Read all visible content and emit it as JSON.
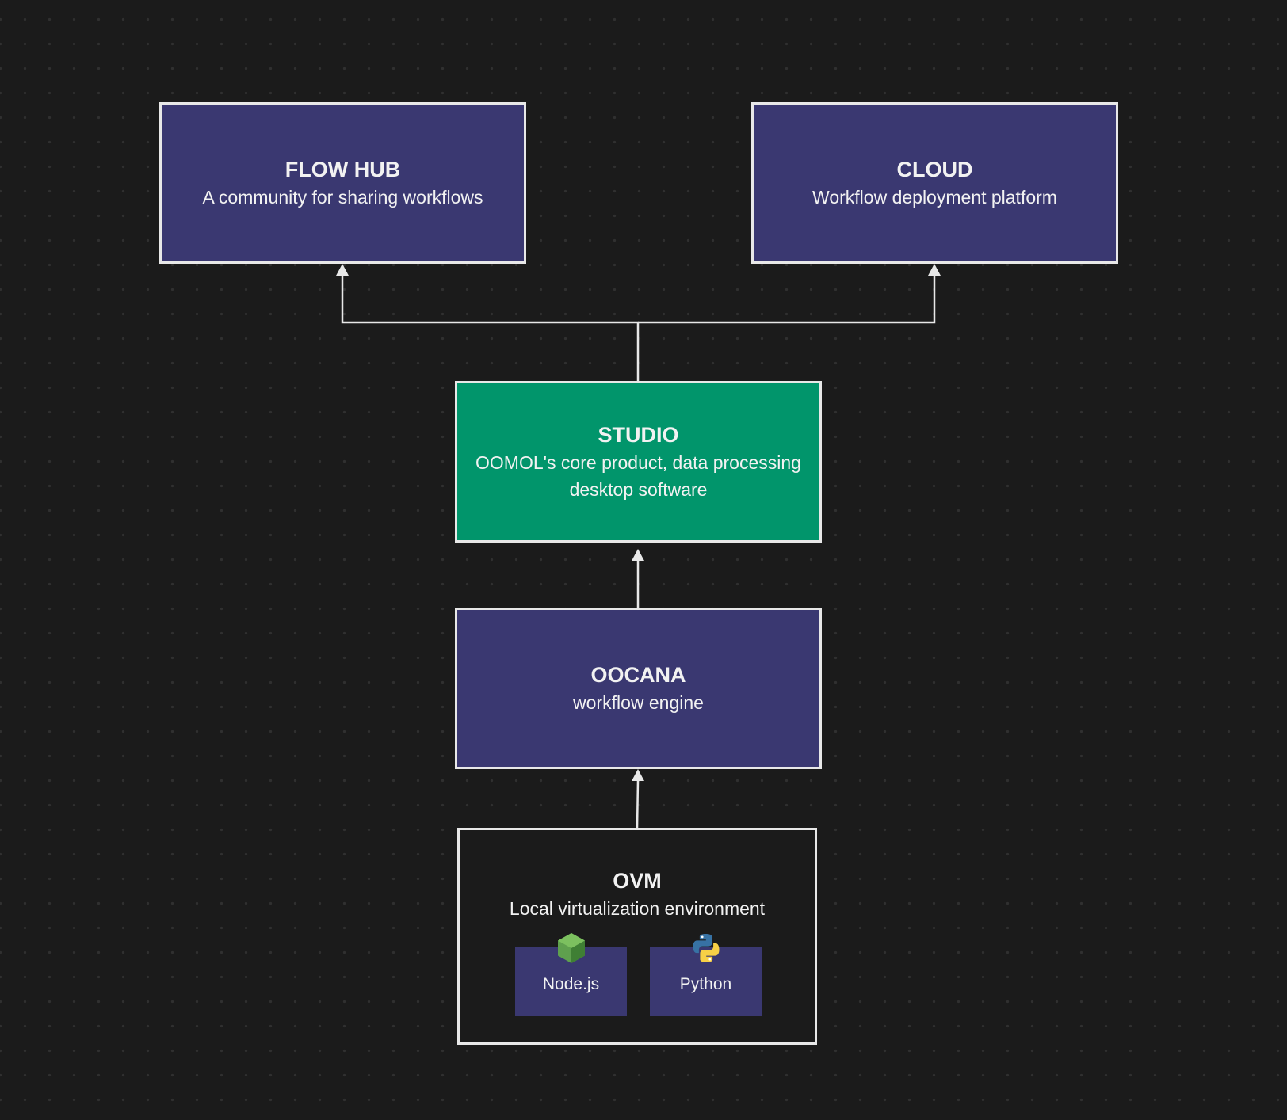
{
  "nodes": {
    "flow_hub": {
      "title": "FLOW HUB",
      "subtitle": "A community for sharing workflows",
      "fill_color": "#3a3871"
    },
    "cloud": {
      "title": "CLOUD",
      "subtitle": "Workflow deployment platform",
      "fill_color": "#3a3871"
    },
    "studio": {
      "title": "STUDIO",
      "subtitle": "OOMOL's core product, data processing desktop software",
      "fill_color": "#01956b"
    },
    "oocana": {
      "title": "OOCANA",
      "subtitle": "workflow engine",
      "fill_color": "#3a3871"
    },
    "ovm": {
      "title": "OVM",
      "subtitle": "Local virtualization environment",
      "runtimes": [
        {
          "label": "Node.js",
          "icon": "nodejs-hexagon-icon"
        },
        {
          "label": "Python",
          "icon": "python-snakes-icon"
        }
      ]
    }
  },
  "edges": [
    {
      "from": "studio",
      "to": "flow_hub"
    },
    {
      "from": "studio",
      "to": "cloud"
    },
    {
      "from": "oocana",
      "to": "studio"
    },
    {
      "from": "ovm",
      "to": "oocana"
    }
  ],
  "colors": {
    "background": "#1b1b1b",
    "border": "#e8e8e8",
    "connector": "#e8e8e8"
  }
}
